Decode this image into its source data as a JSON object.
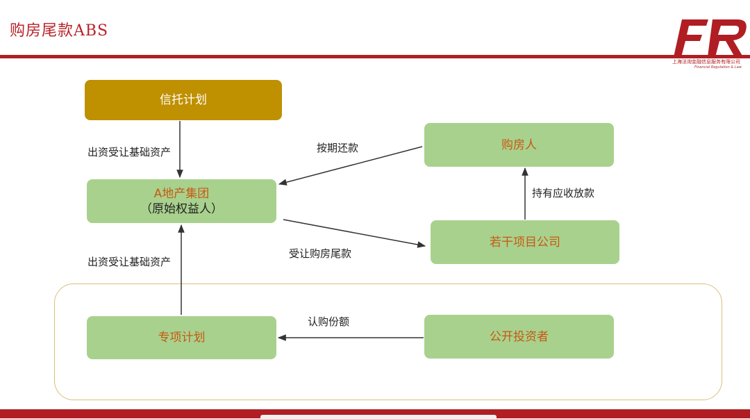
{
  "page": {
    "title": "购房尾款ABS"
  },
  "logo": {
    "mark": "FR",
    "company_cn": "上海法询金融信息服务有限公司",
    "company_en": "Financial Regulation & Law"
  },
  "nodes": {
    "trust_plan": "信托计划",
    "developer_line1": "A地产集团",
    "developer_line2": "（原始权益人）",
    "buyer": "购房人",
    "project_companies": "若干项目公司",
    "special_plan": "专项计划",
    "investors": "公开投资者"
  },
  "edges": {
    "trust_to_developer": "出资受让基础资产",
    "special_to_developer": "出资受让基础资产",
    "buyer_to_developer": "按期还款",
    "developer_to_projects": "受让购房尾款",
    "projects_to_buyer": "持有应收放款",
    "investors_to_special": "认购份额"
  },
  "colors": {
    "brand_red": "#b01e24",
    "node_green": "#a9d18e",
    "node_gold": "#bf9000",
    "node_text_orange": "#c55a11",
    "frame_gold": "#d9bf7a"
  }
}
